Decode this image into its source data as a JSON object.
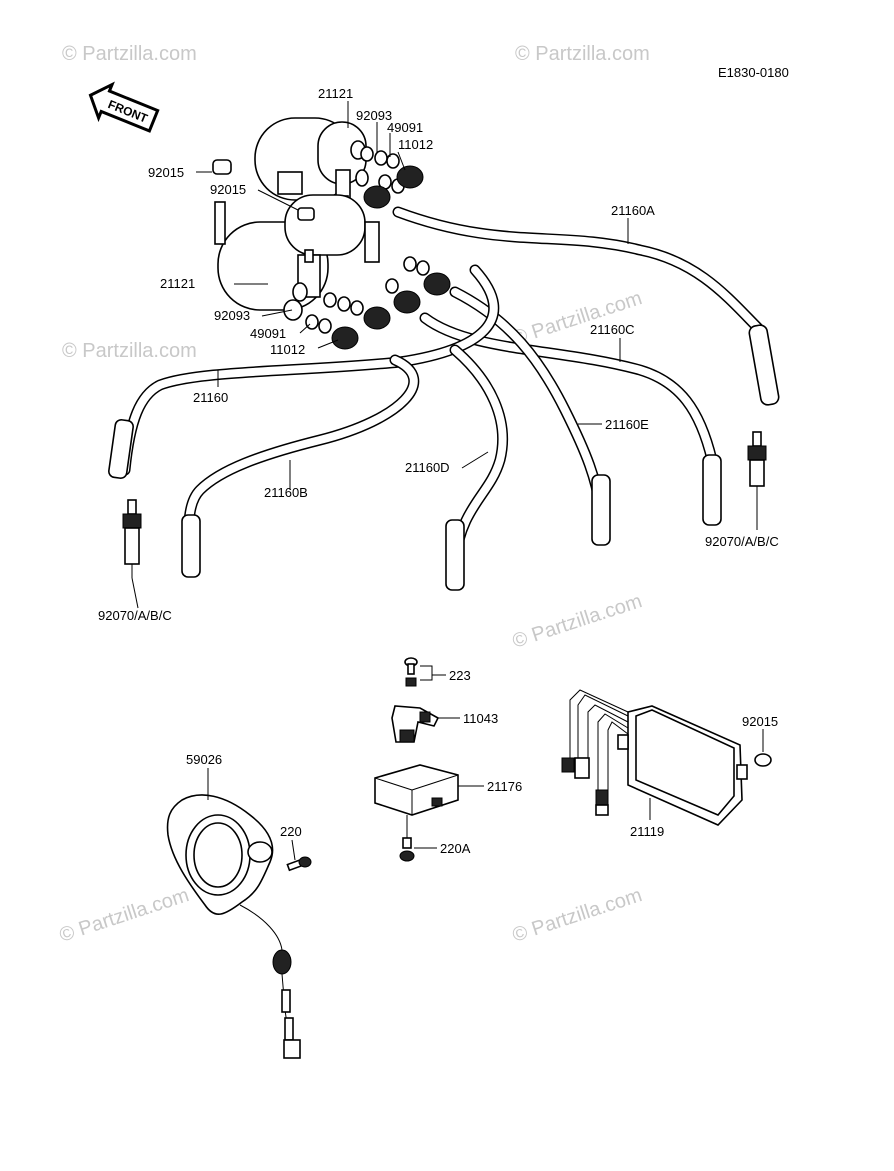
{
  "diagram_code": "E1830-0180",
  "front_label": "FRONT",
  "watermark": "© Partzilla.com",
  "labels": {
    "p21121_top": "21121",
    "p92093_top": "92093",
    "p49091_top": "49091",
    "p11012_top": "11012",
    "p92015_a": "92015",
    "p92015_b": "92015",
    "p21160A": "21160A",
    "p21121_mid": "21121",
    "p92093_mid": "92093",
    "p49091_mid": "49091",
    "p11012_mid": "11012",
    "p21160C": "21160C",
    "p21160": "21160",
    "p21160E": "21160E",
    "p21160D": "21160D",
    "p21160B": "21160B",
    "p92070_right": "92070/A/B/C",
    "p92070_left": "92070/A/B/C",
    "p223": "223",
    "p11043": "11043",
    "p21176": "21176",
    "p220A": "220A",
    "p59026": "59026",
    "p220": "220",
    "p92015_c": "92015",
    "p21119": "21119"
  }
}
